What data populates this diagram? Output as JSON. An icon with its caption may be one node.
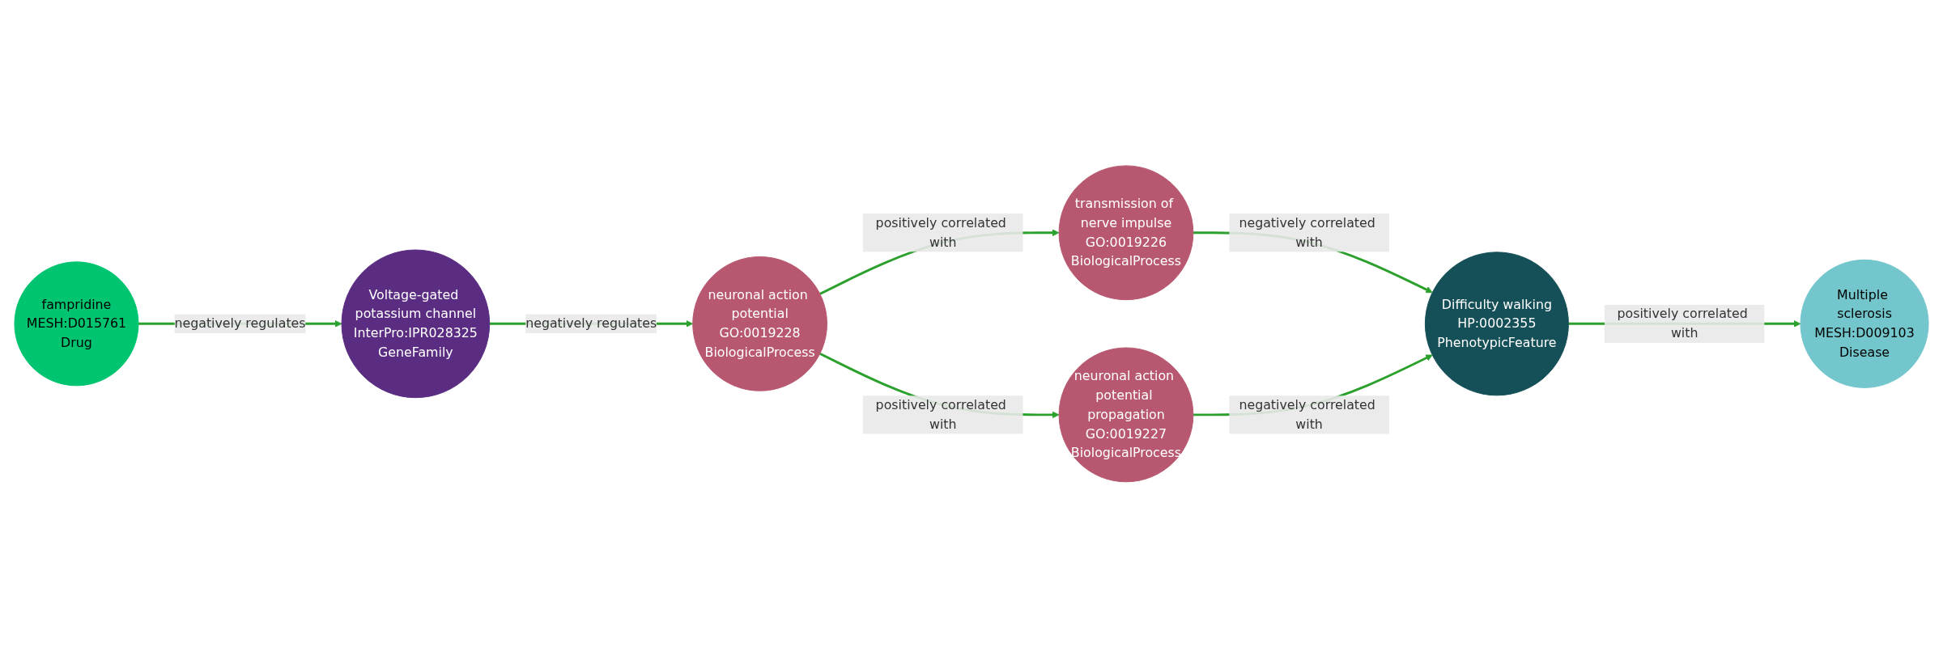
{
  "diagram": {
    "nodes": [
      {
        "text": [
          "fampridine",
          "MESH:D015761",
          "Drug"
        ]
      },
      {
        "text": [
          "Voltage-gated potassium channel",
          "InterPro:IPR028325",
          "GeneFamily"
        ]
      },
      {
        "text": [
          "neuronal action potential",
          "GO:0019228",
          "BiologicalProcess"
        ]
      },
      {
        "text": [
          "transmission of nerve impulse",
          "GO:0019226",
          "BiologicalProcess"
        ]
      },
      {
        "text": [
          "neuronal action potential propagation",
          "GO:0019227",
          "BiologicalProcess"
        ]
      },
      {
        "text": [
          "Difficulty walking",
          "HP:0002355",
          "PhenotypicFeature"
        ]
      },
      {
        "text": [
          "Multiple sclerosis",
          "MESH:D009103",
          "Disease"
        ]
      }
    ],
    "edges": [
      {
        "from": 0,
        "to": 1,
        "arrow": "to",
        "label": "negatively regulates"
      },
      {
        "from": 1,
        "to": 2,
        "arrow": "to",
        "label": "negatively regulates"
      },
      {
        "from": 2,
        "to": 3,
        "arrow": "to",
        "label": "positively correlated with"
      },
      {
        "from": 2,
        "to": 4,
        "arrow": "to",
        "label": "positively correlated with"
      },
      {
        "from": 3,
        "to": 5,
        "arrow": "to",
        "label": "negatively correlated with"
      },
      {
        "from": 4,
        "to": 5,
        "arrow": "to",
        "label": "negatively correlated with"
      },
      {
        "from": 5,
        "to": 6,
        "arrow": "to",
        "label": "positively correlated with"
      }
    ]
  }
}
